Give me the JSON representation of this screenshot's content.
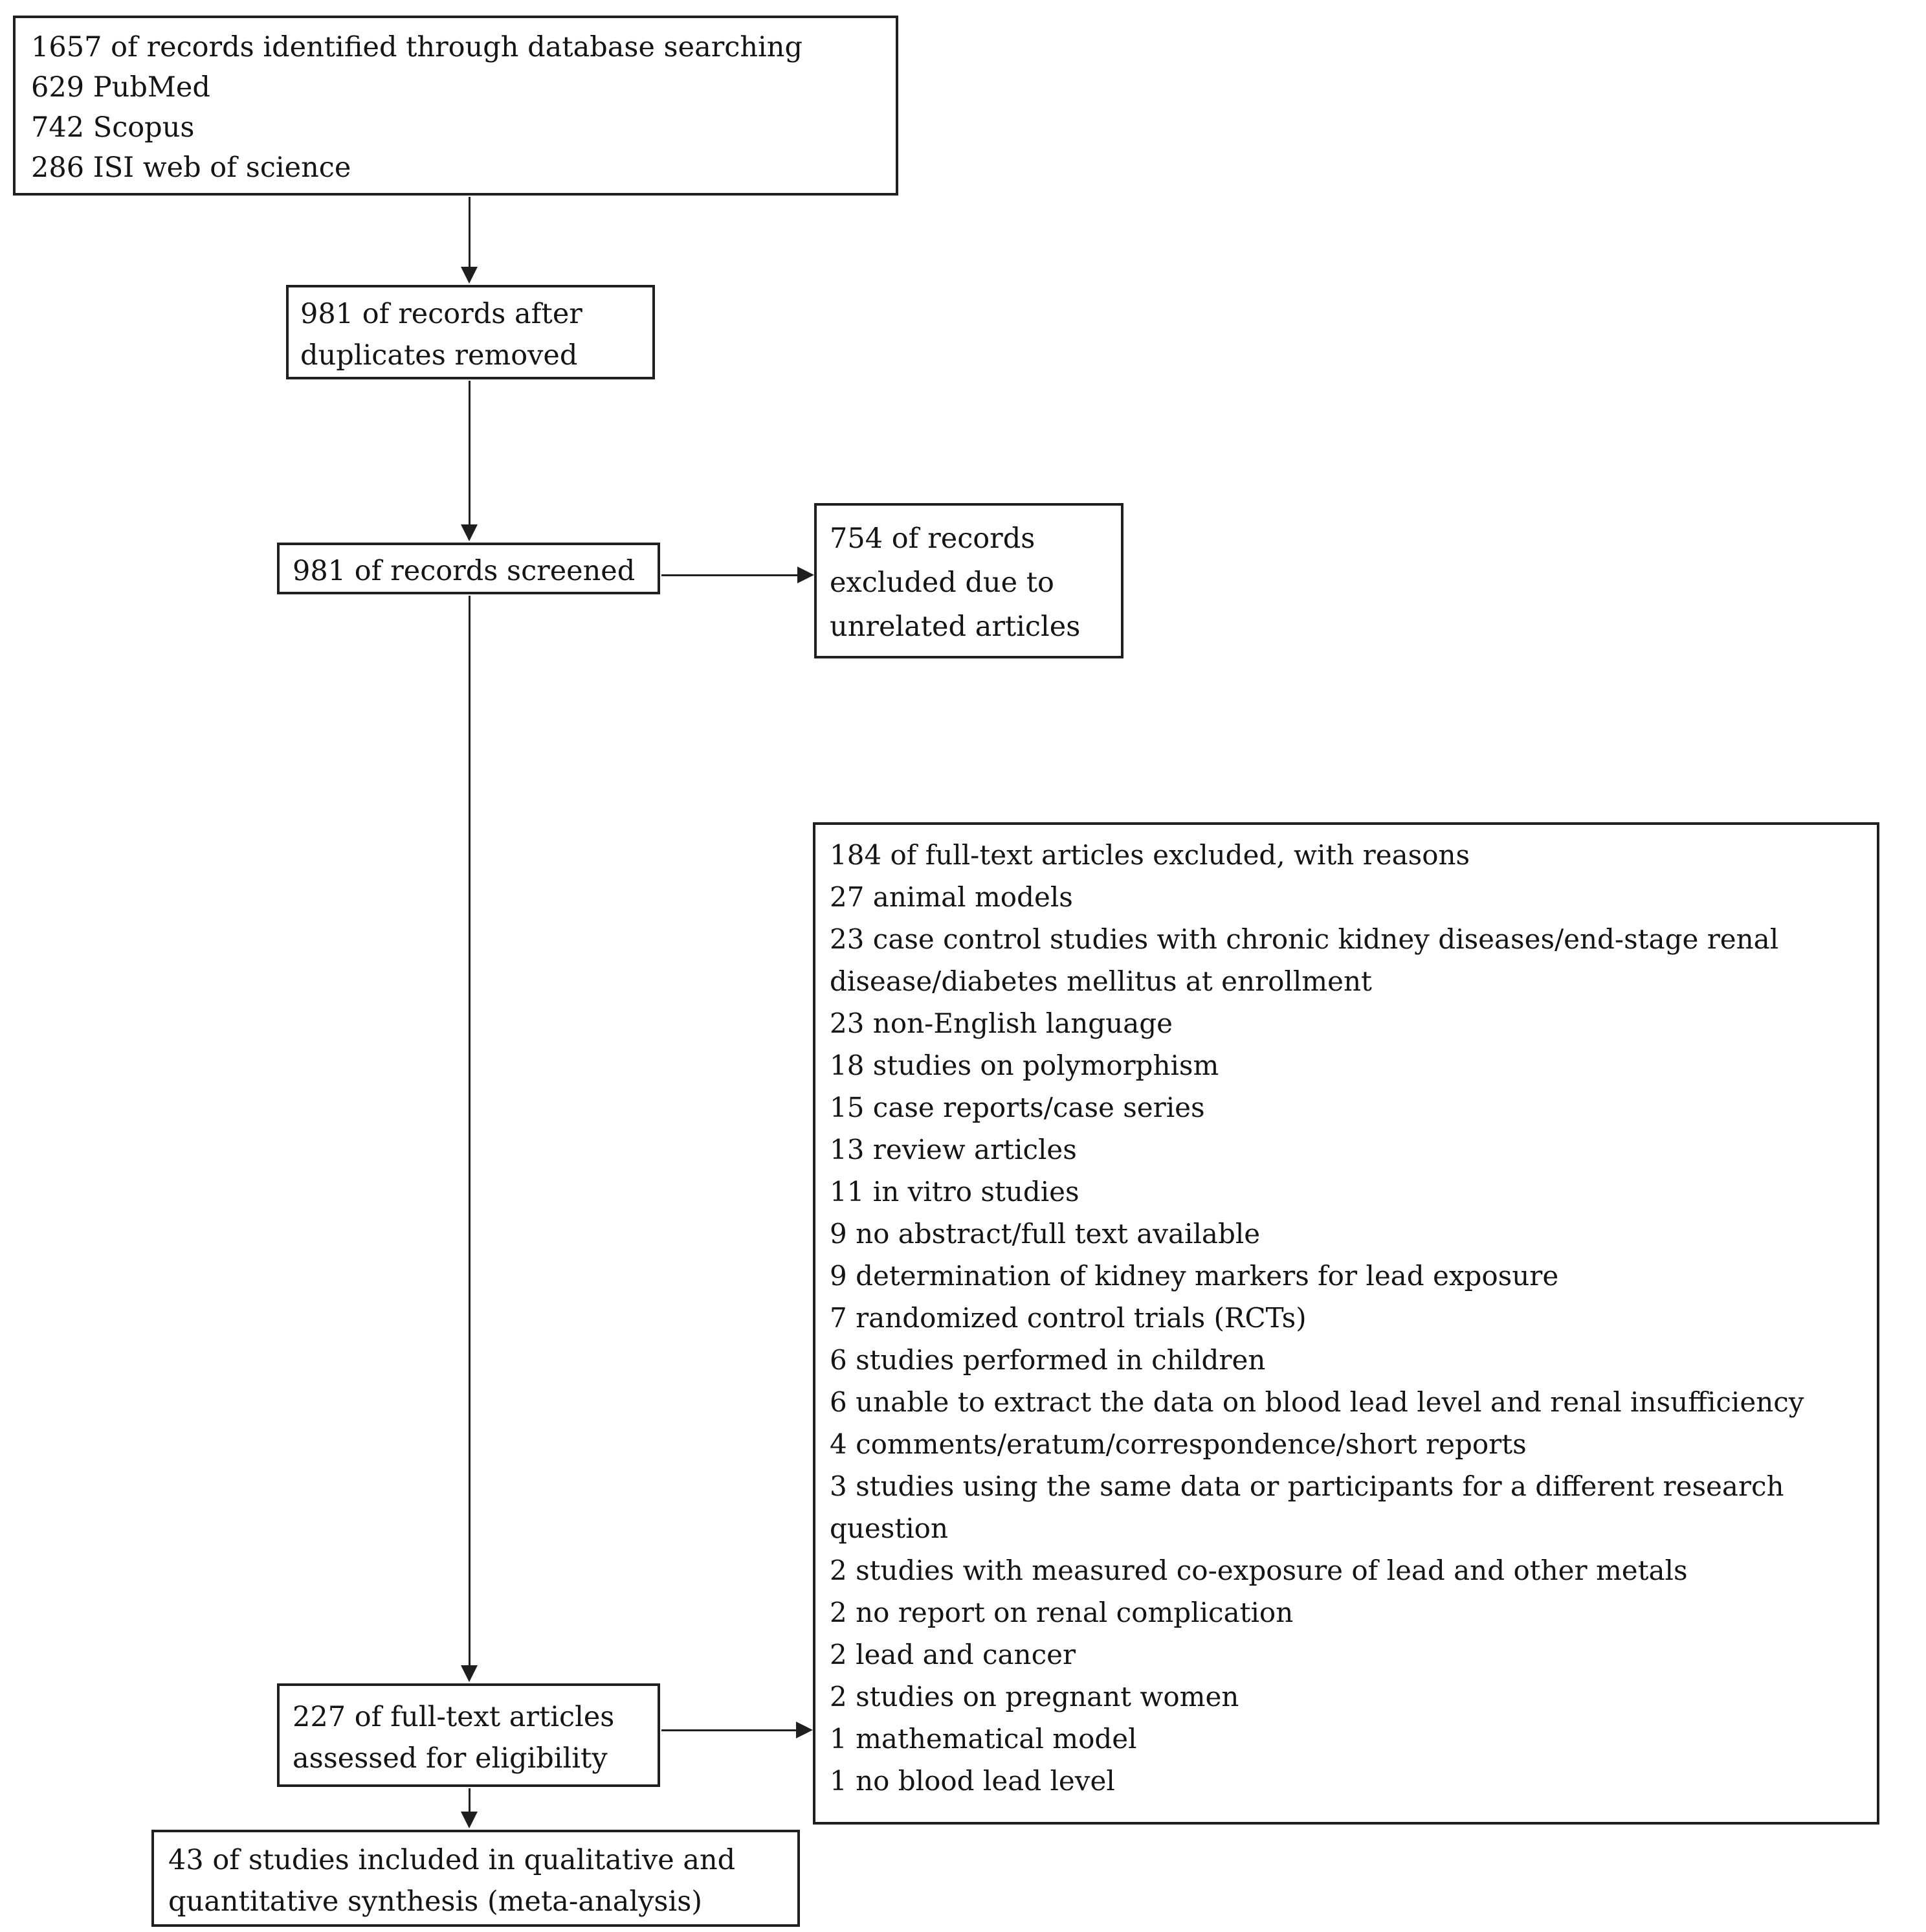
{
  "diagram": {
    "identification_box": {
      "lines": [
        "1657 of records identified through database searching",
        "629 PubMed",
        "742 Scopus",
        "286 ISI web of science"
      ]
    },
    "duplicates_box": {
      "text": "981 of records after duplicates removed"
    },
    "screened_box": {
      "text": "981 of records screened"
    },
    "screening_excluded_box": {
      "text": "754 of records excluded due to unrelated articles"
    },
    "fulltext_excluded_box": {
      "items": [
        "184 of full-text articles excluded, with reasons",
        "27 animal models",
        "23 case control studies with chronic kidney diseases/end-stage renal disease/diabetes mellitus at enrollment",
        "23 non-English language",
        "18 studies on polymorphism",
        "15 case reports/case series",
        "13 review articles",
        "11 in vitro studies",
        "9 no abstract/full text available",
        "9 determination of kidney markers for lead exposure",
        "7 randomized control trials (RCTs)",
        "6 studies performed in children",
        "6 unable to extract the data on blood lead level and renal insufficiency",
        "4 comments/eratum/correspondence/short reports",
        "3 studies using the same data or participants for a different research question",
        "2 studies with measured co-exposure of lead and other metals",
        "2 no report on renal complication",
        "2 lead and cancer",
        "2 studies on pregnant women",
        "1 mathematical model",
        "1 no blood lead level"
      ]
    },
    "eligibility_box": {
      "text": "227 of full-text articles assessed for eligibility"
    },
    "included_box": {
      "text": "43 of studies included in qualitative and quantitative synthesis (meta-analysis)"
    }
  },
  "colors": {
    "background": "#ffffff",
    "border": "#1f1f1f",
    "text": "#141414",
    "arrow": "#1f1f1f"
  }
}
